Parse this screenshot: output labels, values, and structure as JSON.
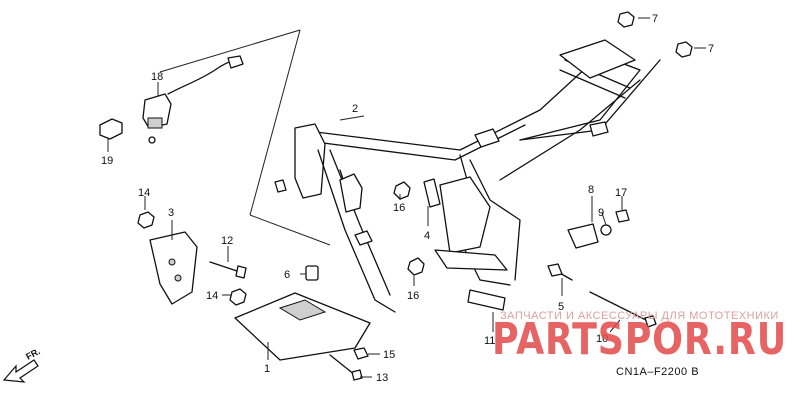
{
  "diagram": {
    "code": "CN1A–F2200 B",
    "fr_label": "FR.",
    "callouts": [
      {
        "id": "c1",
        "text": "1"
      },
      {
        "id": "c2",
        "text": "2"
      },
      {
        "id": "c3",
        "text": "3"
      },
      {
        "id": "c4",
        "text": "4"
      },
      {
        "id": "c5",
        "text": "5"
      },
      {
        "id": "c6",
        "text": "6"
      },
      {
        "id": "c7a",
        "text": "7"
      },
      {
        "id": "c7b",
        "text": "7"
      },
      {
        "id": "c8",
        "text": "8"
      },
      {
        "id": "c9",
        "text": "9"
      },
      {
        "id": "c10",
        "text": "10"
      },
      {
        "id": "c11",
        "text": "11"
      },
      {
        "id": "c12",
        "text": "12"
      },
      {
        "id": "c13",
        "text": "13"
      },
      {
        "id": "c14a",
        "text": "14"
      },
      {
        "id": "c14b",
        "text": "14"
      },
      {
        "id": "c15",
        "text": "15"
      },
      {
        "id": "c16a",
        "text": "16"
      },
      {
        "id": "c16b",
        "text": "16"
      },
      {
        "id": "c17",
        "text": "17"
      },
      {
        "id": "c18",
        "text": "18"
      },
      {
        "id": "c19",
        "text": "19"
      }
    ]
  },
  "watermark": {
    "tagline": "ЗАПЧАСТИ И АКСЕССУАРЫ ДЛЯ МОТОТЕХНИКИ",
    "brand": "PARTSPOR.RU"
  }
}
